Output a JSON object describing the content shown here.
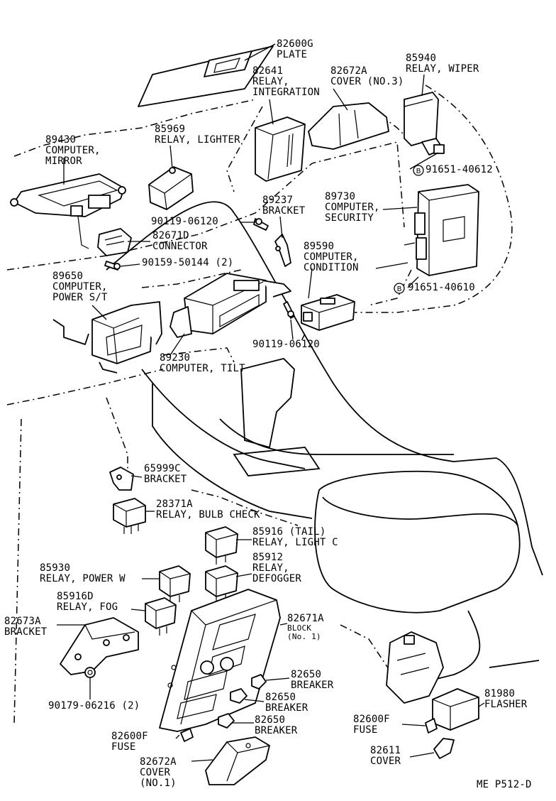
{
  "diagram": {
    "code": "ME P512-D",
    "callouts": {
      "plate": {
        "number": "82600G",
        "name": "PLATE"
      },
      "relay_integration": {
        "number": "82641",
        "name1": "RELAY,",
        "name2": "INTEGRATION"
      },
      "cover_no3": {
        "number": "82672A",
        "name": "COVER (NO.3)"
      },
      "relay_wiper": {
        "number": "85940",
        "name": "RELAY, WIPER"
      },
      "computer_mirror": {
        "number": "89430",
        "name1": "COMPUTER,",
        "name2": "MIRROR"
      },
      "relay_lighter": {
        "number": "85969",
        "name": "RELAY, LIGHTER"
      },
      "bolt_40612": {
        "badge": "B",
        "number": "91651-40612"
      },
      "bracket_89237": {
        "number": "89237",
        "name": "BRACKET"
      },
      "computer_security": {
        "number": "89730",
        "name1": "COMPUTER,",
        "name2": "SECURITY"
      },
      "screw_06120_a": {
        "number": "90119-06120"
      },
      "connector": {
        "number": "82671D",
        "name": "CONNECTOR"
      },
      "screw_50144": {
        "number": "90159-50144 (2)"
      },
      "computer_condition": {
        "number": "89590",
        "name1": "COMPUTER,",
        "name2": "CONDITION"
      },
      "computer_power_st": {
        "number": "89650",
        "name1": "COMPUTER,",
        "name2": "POWER S/T"
      },
      "bolt_40610": {
        "badge": "B",
        "number": "91651-40610"
      },
      "screw_06120_b": {
        "number": "90119-06120"
      },
      "computer_tilt": {
        "number": "89230",
        "name": "COMPUTER, TILT"
      },
      "bracket_65999c": {
        "number": "65999C",
        "name": "BRACKET"
      },
      "relay_bulb_check": {
        "number": "28371A",
        "name": "RELAY, BULB CHECK"
      },
      "relay_light_c": {
        "number": "85916 (TAIL)",
        "name": "RELAY, LIGHT C"
      },
      "relay_power_w": {
        "number": "85930",
        "name": "RELAY, POWER W"
      },
      "relay_defogger": {
        "number": "85912",
        "name1": "RELAY,",
        "name2": "DEFOGGER"
      },
      "relay_fog": {
        "number": "85916D",
        "name": "RELAY, FOG"
      },
      "bracket_82673a": {
        "number": "82673A",
        "name": "BRACKET"
      },
      "block_no1": {
        "number": "82671A",
        "name1": "BLOCK",
        "name2": "(No. 1)"
      },
      "breaker_1": {
        "number": "82650",
        "name": "BREAKER"
      },
      "breaker_2": {
        "number": "82650",
        "name": "BREAKER"
      },
      "breaker_3": {
        "number": "82650",
        "name": "BREAKER"
      },
      "clip_06216": {
        "number": "90179-06216 (2)"
      },
      "flasher": {
        "number": "81980",
        "name": "FLASHER"
      },
      "fuse_left": {
        "number": "82600F",
        "name": "FUSE"
      },
      "fuse_right": {
        "number": "82600F",
        "name": "FUSE"
      },
      "cover_82611": {
        "number": "82611",
        "name": "COVER"
      },
      "cover_no1": {
        "number": "82672A",
        "name1": "COVER",
        "name2": "(NO.1)"
      }
    }
  }
}
